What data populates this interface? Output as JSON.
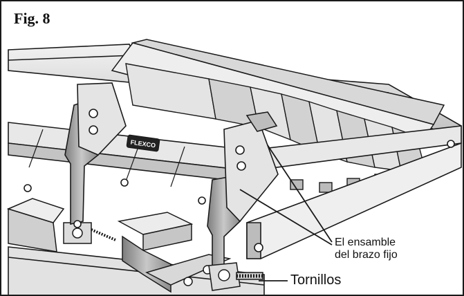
{
  "figure": {
    "label": "Fig. 8"
  },
  "callouts": {
    "fixed_arm_line1": "El ensamble",
    "fixed_arm_line2": "del brazo fijo",
    "bolts": "Tornillos"
  },
  "logo": {
    "text": "FLEXCO"
  },
  "colors": {
    "line": "#1a1a1a",
    "shade_light": "#e6e6e6",
    "shade_mid": "#c9c9c9",
    "shade_dark": "#9a9a9a",
    "background": "#ffffff"
  }
}
